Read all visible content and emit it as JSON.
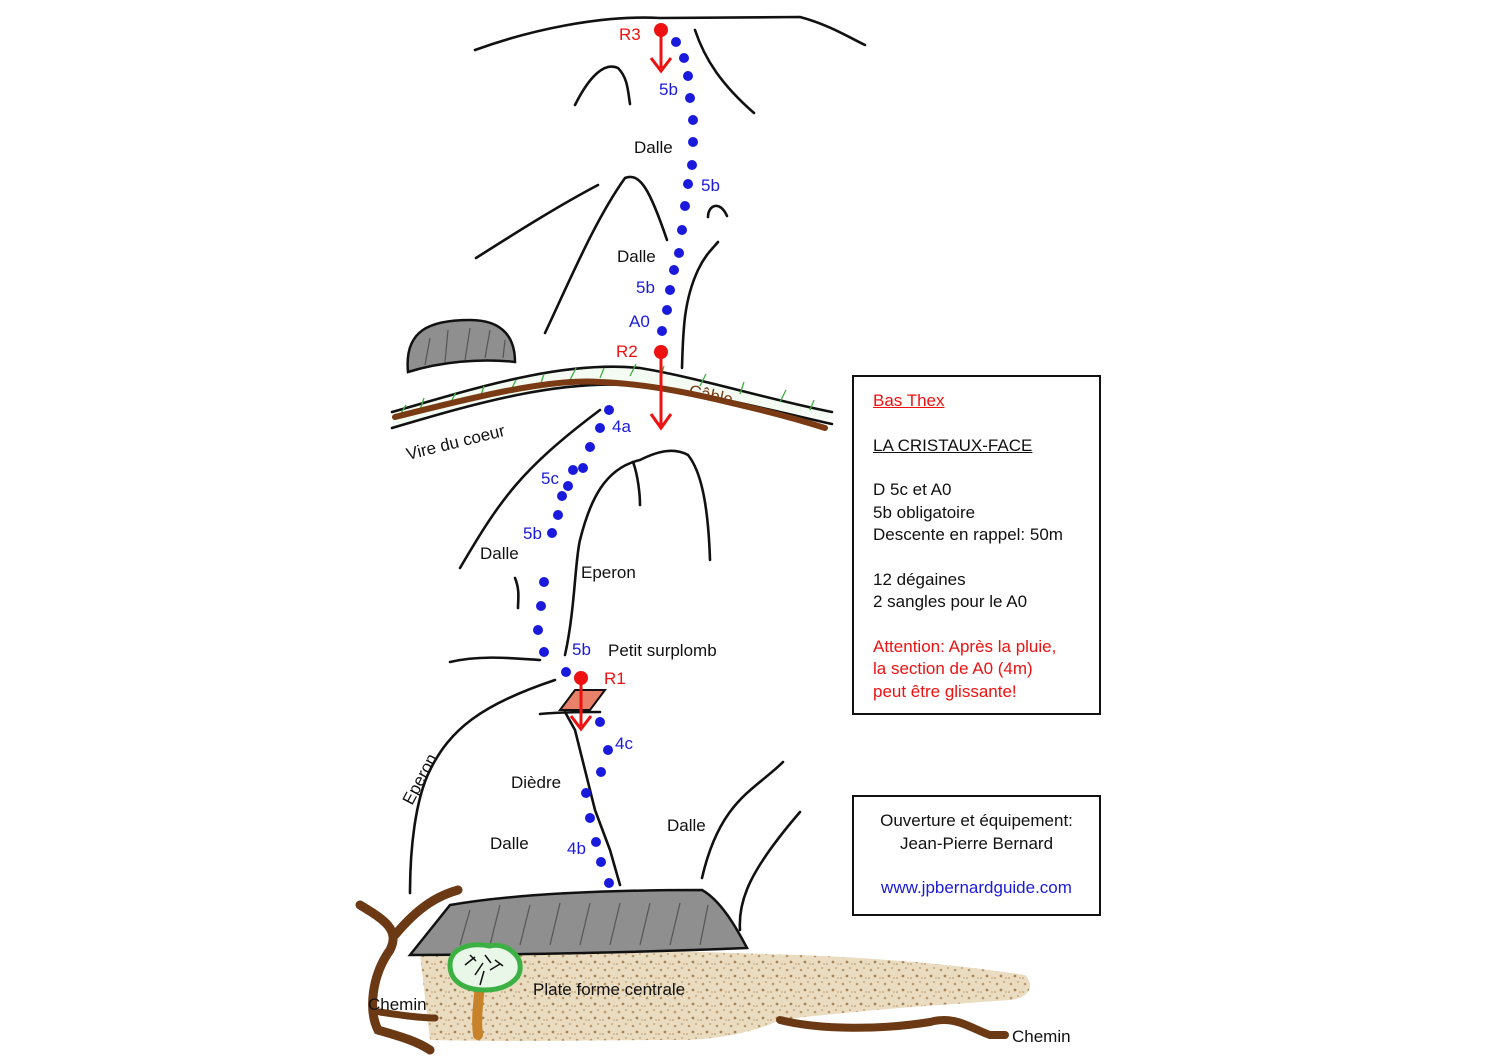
{
  "colors": {
    "route_dots": "#1a1adc",
    "relay": "#ee1111",
    "cable": "#7a3a14",
    "path": "#6b3a14",
    "grass": "#3cb043",
    "rock_fill": "#8f8f8f",
    "platform": "#d8c3a0"
  },
  "relays": [
    {
      "label": "R3"
    },
    {
      "label": "R2"
    },
    {
      "label": "R1"
    }
  ],
  "grades": [
    "5b",
    "5b",
    "5b",
    "A0",
    "4a",
    "5c",
    "5b",
    "5b",
    "4c",
    "4b"
  ],
  "features": {
    "dalle_labels": [
      "Dalle",
      "Dalle",
      "Dalle",
      "Dalle",
      "Dalle"
    ],
    "eperon_labels": [
      "Eperon",
      "Eperon"
    ],
    "petit_surplomb": "Petit surplomb",
    "diedre": "Dièdre",
    "cable": "Câble",
    "vire": "Vire du coeur",
    "plateforme": "Plate forme centrale",
    "chemin_labels": [
      "Chemin",
      "Chemin"
    ]
  },
  "info": {
    "site": "Bas Thex",
    "route_name": "LA CRISTAUX-FACE",
    "grade_line": "D 5c et A0",
    "mandatory": "5b obligatoire",
    "descent": "Descente en rappel: 50m",
    "quickdraws": "12 dégaines",
    "slings": "2 sangles pour le A0",
    "warning": [
      "Attention: Après la pluie,",
      "la section de A0 (4m)",
      "peut être glissante!"
    ]
  },
  "credits": {
    "line1": "Ouverture et équipement:",
    "line2": "Jean-Pierre Bernard",
    "url": "www.jpbernardguide.com"
  }
}
